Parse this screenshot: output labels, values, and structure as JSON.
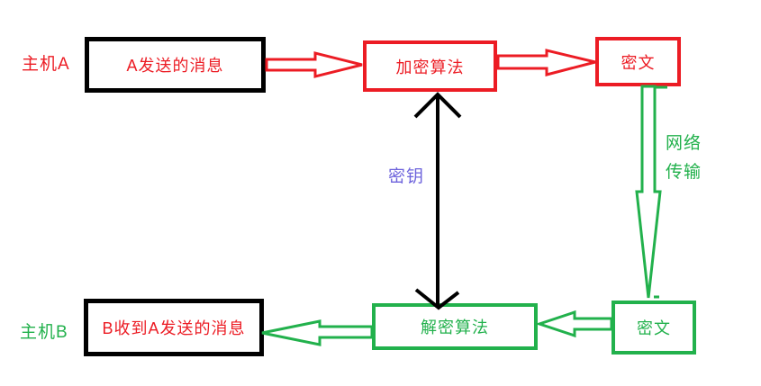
{
  "diagram": {
    "description": "symmetric-encryption-flow",
    "nodes": {
      "message_a": "A发送的消息",
      "encrypt": "加密算法",
      "cipher_top": "密文",
      "cipher_bottom": "密文",
      "decrypt": "解密算法",
      "message_b": "B收到A发送的消息"
    },
    "labels": {
      "host_a": "主机A",
      "host_b": "主机B",
      "key": "密钥",
      "network_line1": "网络",
      "network_line2": "传输"
    },
    "colors": {
      "red": "#ec1c24",
      "green": "#22b14c",
      "black": "#000000",
      "key_blue": "#6e64dc",
      "background": "#ffffff"
    }
  }
}
